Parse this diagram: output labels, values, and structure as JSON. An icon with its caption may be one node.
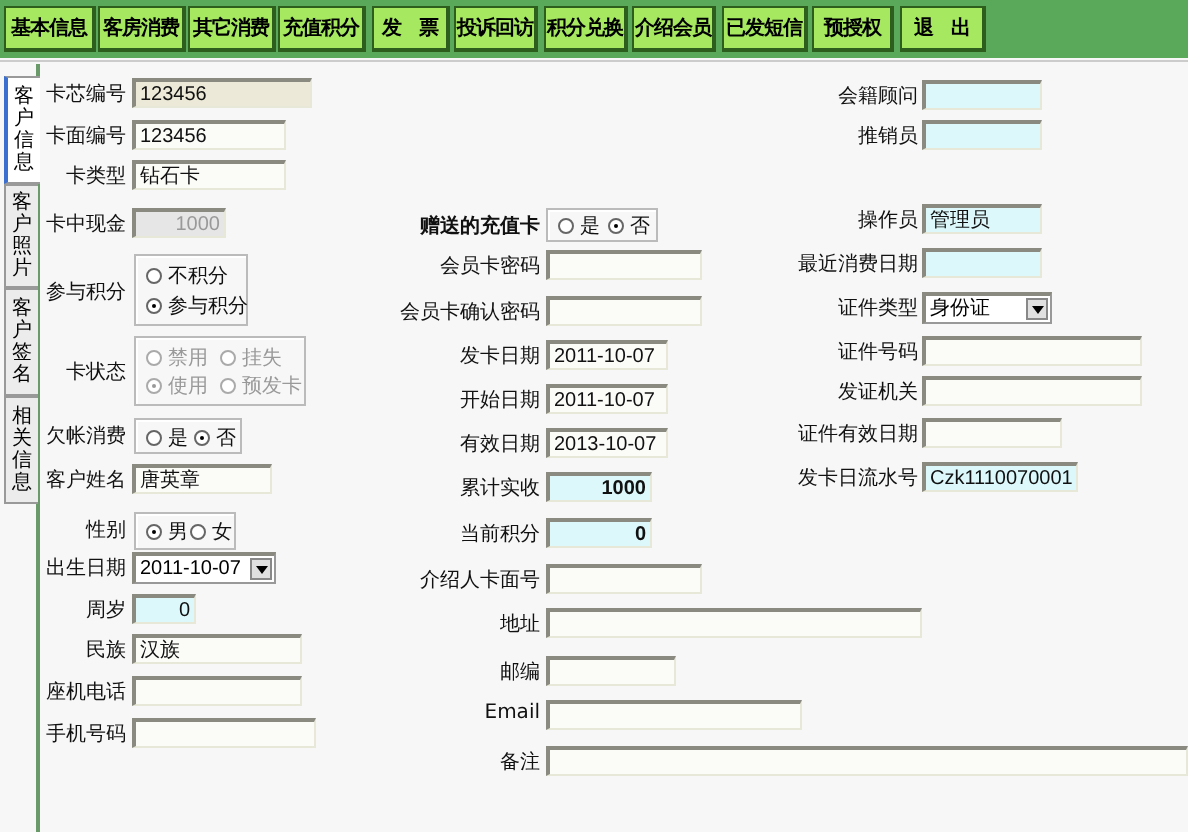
{
  "diagram": {
    "labels": [
      "基本信息",
      "客房消费",
      "其它消费",
      "充值积分",
      "发 票",
      "投诉回访",
      "积分兑换",
      "介绍会员",
      "已发短信",
      "预授权",
      "退 出",
      "客户信息",
      "客户照片",
      "客户签名",
      "相关信息",
      "卡芯编号",
      "123456",
      "会籍顾问",
      "卡面编号",
      "123456",
      "推销员",
      "卡类型",
      "钻石卡",
      "卡中现金",
      "1000",
      "赠送的充值卡",
      "是",
      "否",
      "操作员",
      "管理员",
      "参与积分",
      "不积分",
      "参与积分",
      "会员卡密码",
      "最近消费日期",
      "会员卡确认密码",
      "证件类型",
      "身份证",
      "禁用",
      "挂失",
      "发卡日期",
      "2011-10-07",
      "证件号码",
      "卡状态",
      "使用",
      "预发卡",
      "发证机关",
      "开始日期",
      "2011-10-07",
      "欠帐消费",
      "是",
      "否",
      "有效日期",
      "2013-10-07",
      "证件有效日期",
      "客户姓名",
      "唐英章",
      "累计实收",
      "1000",
      "发卡日流水号",
      "Czk1110070001",
      "性别",
      "男",
      "女",
      "当前积分",
      "0",
      "出生日期",
      "2011-10-07",
      "介绍人卡面号",
      "周岁",
      "0",
      "地址",
      "民族",
      "汉族",
      "邮编",
      "座机电话",
      "Email",
      "手机号码",
      "备注"
    ]
  }
}
